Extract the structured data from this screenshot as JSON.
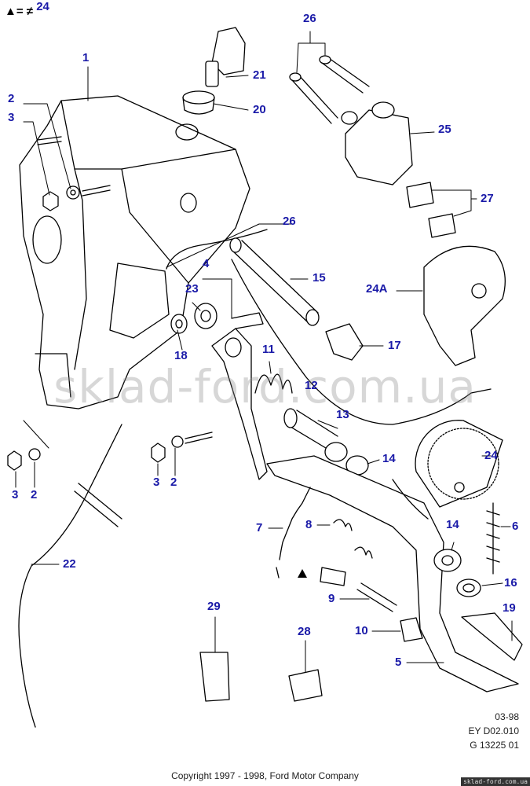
{
  "legend": {
    "symbol": "▲= ≠",
    "ref": "24"
  },
  "callouts": [
    "1",
    "2",
    "3",
    "21",
    "20",
    "26",
    "25",
    "27",
    "26",
    "4",
    "15",
    "24A",
    "23",
    "18",
    "11",
    "17",
    "12",
    "13",
    "14",
    "24",
    "3",
    "2",
    "3",
    "2",
    "7",
    "8",
    "14",
    "6",
    "22",
    "9",
    "16",
    "19",
    "10",
    "5",
    "29",
    "28"
  ],
  "drawing_ref": {
    "date": "03-98",
    "code": "EY D02.010",
    "group": "G 13225 01"
  },
  "copyright": "Copyright 1997 - 1998, Ford Motor Company",
  "watermark": "sklad-ford.com.ua",
  "site_badge": "sklad-ford.com.ua",
  "colors": {
    "callout": "#1a1aa8",
    "line": "#000000",
    "watermark": "#8c8c8c"
  }
}
